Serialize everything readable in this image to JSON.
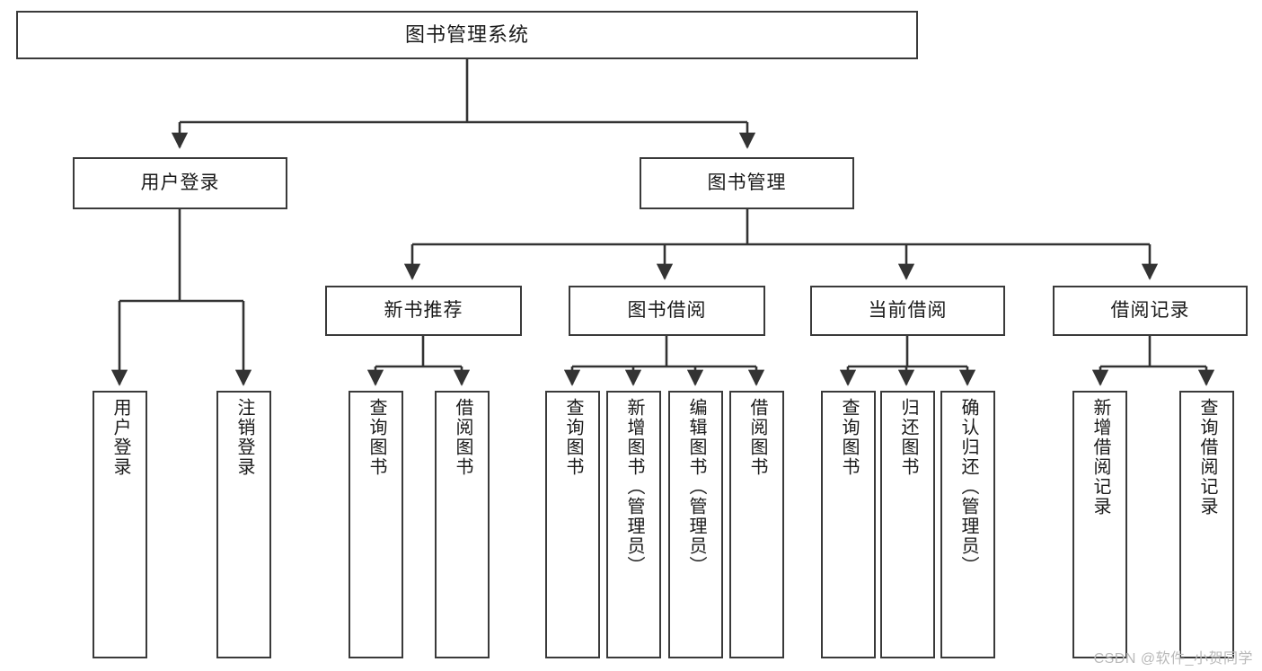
{
  "diagram": {
    "type": "tree-hierarchy",
    "title": "图书管理系统",
    "watermark": "CSDN @软件_小贺同学",
    "colors": {
      "box_border": "#3a3a3a",
      "box_fill": "#ffffff",
      "connector": "#333333",
      "text": "#1a1a1a",
      "watermark": "#b9b9b9"
    },
    "nodes": {
      "root": {
        "label": "图书管理系统"
      },
      "level2": [
        {
          "label": "用户登录"
        },
        {
          "label": "图书管理"
        }
      ],
      "level3": [
        {
          "label": "新书推荐"
        },
        {
          "label": "图书借阅"
        },
        {
          "label": "当前借阅"
        },
        {
          "label": "借阅记录"
        }
      ],
      "leaves_user_login": [
        {
          "label": "用户登录"
        },
        {
          "label": "注销登录"
        }
      ],
      "leaves_new_book": [
        {
          "label": "查询图书"
        },
        {
          "label": "借阅图书"
        }
      ],
      "leaves_borrow": [
        {
          "label": "查询图书"
        },
        {
          "label": "新增图书（管理员）"
        },
        {
          "label": "编辑图书（管理员）"
        },
        {
          "label": "借阅图书"
        }
      ],
      "leaves_current": [
        {
          "label": "查询图书"
        },
        {
          "label": "归还图书"
        },
        {
          "label": "确认归还（管理员）"
        }
      ],
      "leaves_record": [
        {
          "label": "新增借阅记录"
        },
        {
          "label": "查询借阅记录"
        }
      ]
    }
  }
}
